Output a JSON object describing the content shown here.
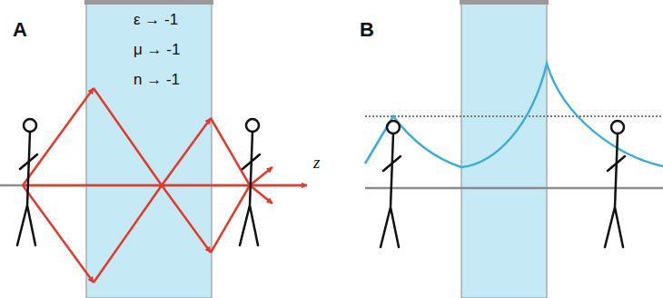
{
  "diagram": {
    "nodes": [
      {
        "text": [
          "ε → -1",
          "μ → -1",
          "n → -1"
        ]
      }
    ],
    "labels": [
      "A",
      "z",
      "B"
    ]
  }
}
